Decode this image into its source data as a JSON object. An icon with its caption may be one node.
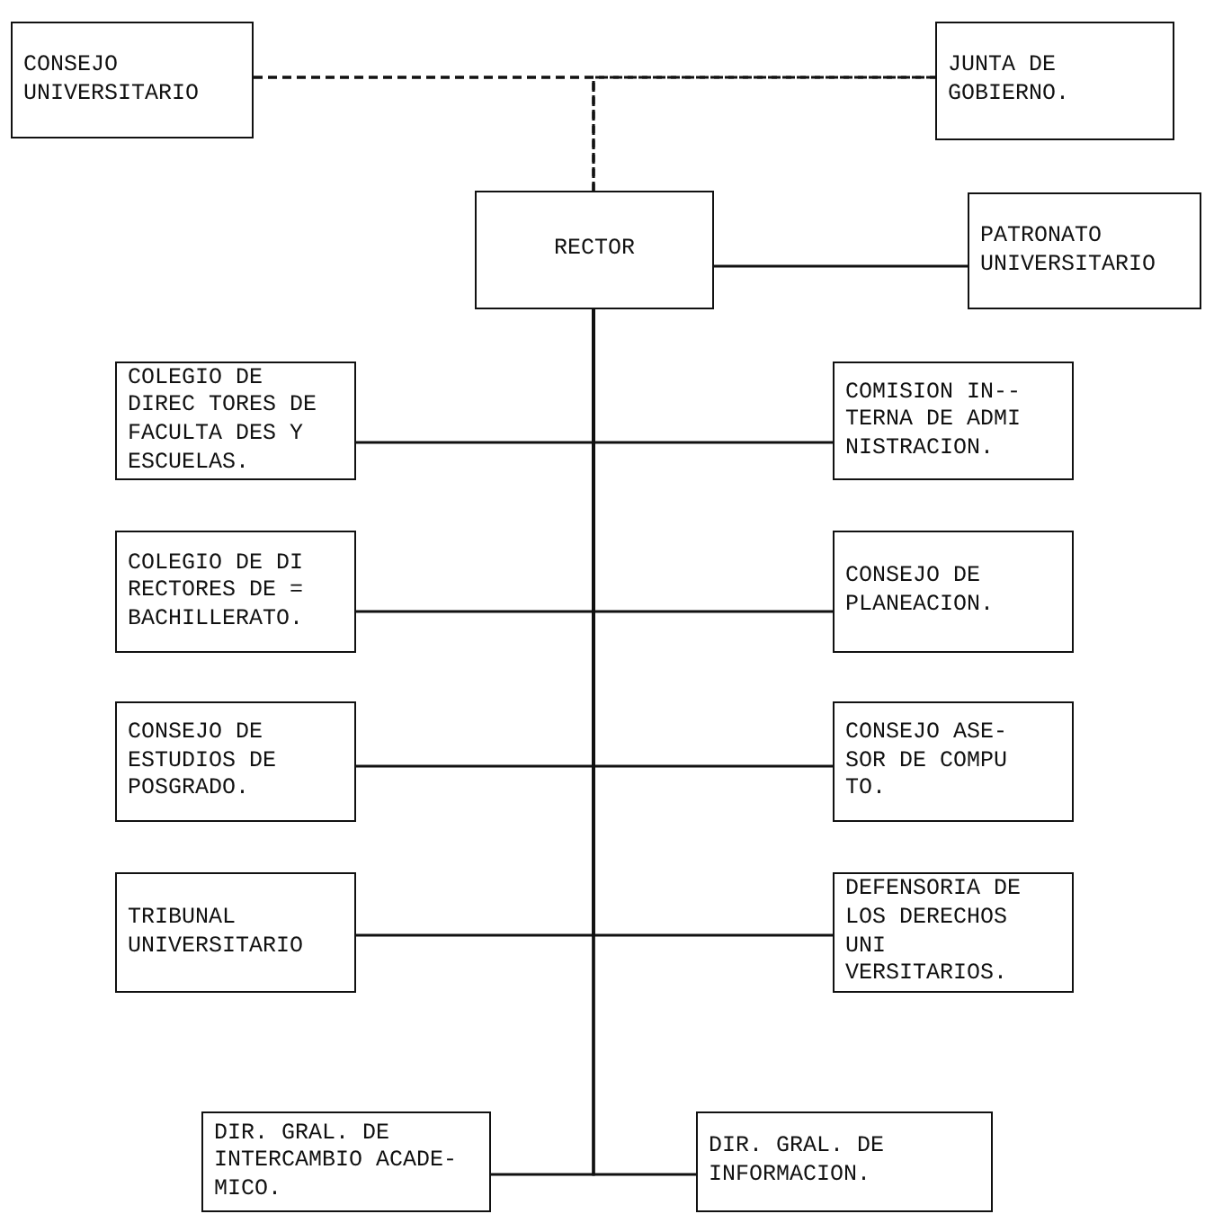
{
  "diagram": {
    "nodes": [
      {
        "text": [
          "CONSEJO UNIVERSITARIO"
        ]
      },
      {
        "text": [
          "JUNTA DE GOBIERNO."
        ]
      },
      {
        "text": [
          "RECTOR"
        ]
      },
      {
        "text": [
          "PATRONATO UNIVERSITARIO"
        ]
      },
      {
        "text": [
          "COLEGIO DE DIREC TORES DE FACULTA DES Y ESCUELAS."
        ]
      },
      {
        "text": [
          "COMISION IN-- TERNA DE ADMI NISTRACION."
        ]
      },
      {
        "text": [
          "COLEGIO DE DI RECTORES DE = BACHILLERATO."
        ]
      },
      {
        "text": [
          "CONSEJO DE PLANEACION."
        ]
      },
      {
        "text": [
          "CONSEJO DE ESTUDIOS DE POSGRADO."
        ]
      },
      {
        "text": [
          "CONSEJO ASE- SOR DE COMPU TO."
        ]
      },
      {
        "text": [
          "TRIBUNAL UNIVERSITARIO"
        ]
      },
      {
        "text": [
          "DEFENSORIA DE LOS DERECHOS UNI VERSITARIOS."
        ]
      },
      {
        "text": [
          "DIR. GRAL. DE INTERCAMBIO ACADE- MICO."
        ]
      },
      {
        "text": [
          "DIR. GRAL. DE INFORMACION."
        ]
      }
    ],
    "edges": [
      {
        "from": 0,
        "to": 1,
        "arrow": "none",
        "style": "dashed"
      },
      {
        "from": 0,
        "to": 2,
        "arrow": "none",
        "style": "dashed"
      },
      {
        "from": 1,
        "to": 2,
        "arrow": "none",
        "style": "dashed"
      },
      {
        "from": 2,
        "to": 3,
        "arrow": "none"
      },
      {
        "from": 2,
        "to": 4,
        "arrow": "none"
      },
      {
        "from": 2,
        "to": 5,
        "arrow": "none"
      },
      {
        "from": 2,
        "to": 6,
        "arrow": "none"
      },
      {
        "from": 2,
        "to": 7,
        "arrow": "none"
      },
      {
        "from": 2,
        "to": 8,
        "arrow": "none"
      },
      {
        "from": 2,
        "to": 9,
        "arrow": "none"
      },
      {
        "from": 2,
        "to": 10,
        "arrow": "none"
      },
      {
        "from": 2,
        "to": 11,
        "arrow": "none"
      },
      {
        "from": 2,
        "to": 12,
        "arrow": "none"
      },
      {
        "from": 2,
        "to": 13,
        "arrow": "none"
      }
    ]
  }
}
